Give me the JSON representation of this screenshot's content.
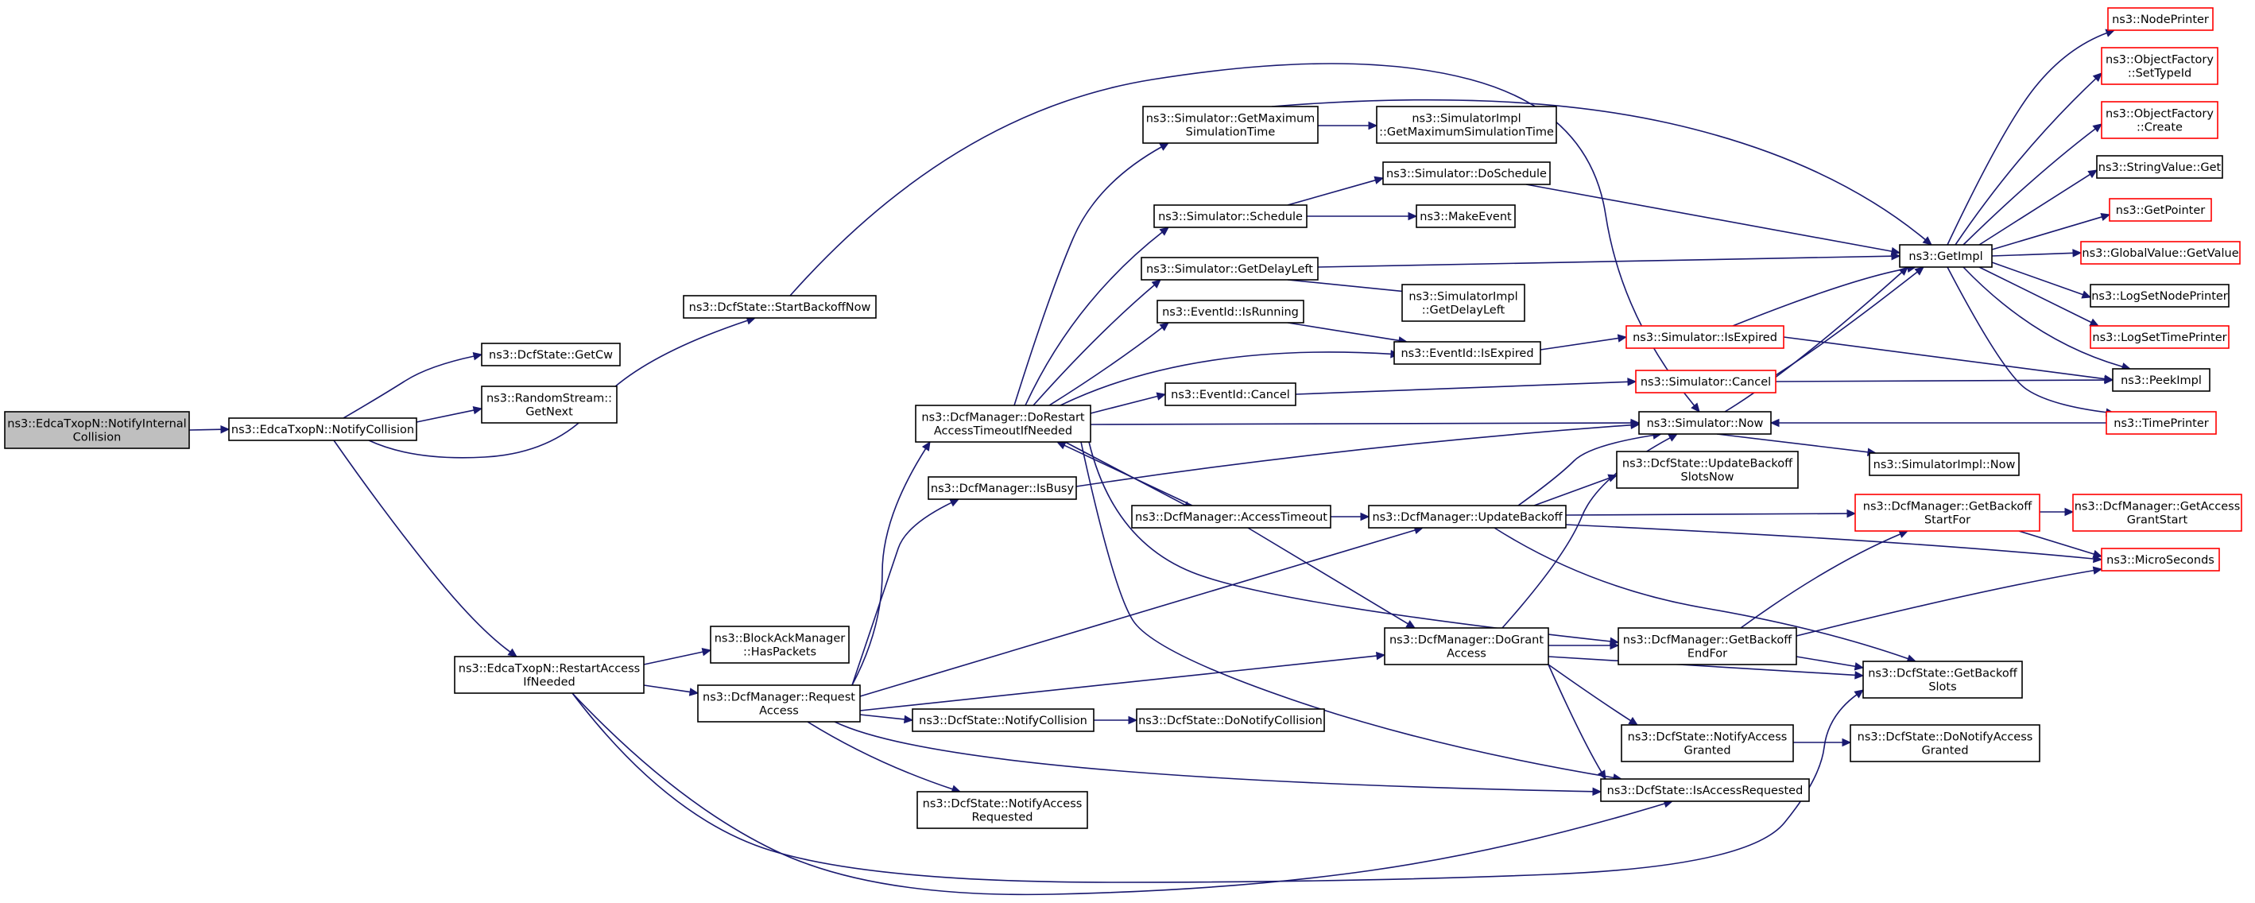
{
  "graph": {
    "nodes": {
      "root": [
        "ns3::EdcaTxopN::NotifyInternal",
        "Collision"
      ],
      "notifyCollision": [
        "ns3::EdcaTxopN::NotifyCollision"
      ],
      "getCw": [
        "ns3::DcfState::GetCw"
      ],
      "randomStream": [
        "ns3::RandomStream::",
        "GetNext"
      ],
      "startBackoff": [
        "ns3::DcfState::StartBackoffNow"
      ],
      "restartAccess": [
        "ns3::EdcaTxopN::RestartAccess",
        "IfNeeded"
      ],
      "hasPackets": [
        "ns3::BlockAckManager",
        "::HasPackets"
      ],
      "requestAccess": [
        "ns3::DcfManager::Request",
        "Access"
      ],
      "doRestart": [
        "ns3::DcfManager::DoRestart",
        "AccessTimeoutIfNeeded"
      ],
      "isBusy": [
        "ns3::DcfManager::IsBusy"
      ],
      "accessTimeout": [
        "ns3::DcfManager::AccessTimeout"
      ],
      "dcfNotifyCollision": [
        "ns3::DcfState::NotifyCollision"
      ],
      "notifyAccessRequested": [
        "ns3::DcfState::NotifyAccess",
        "Requested"
      ],
      "getMaxSimTime": [
        "ns3::Simulator::GetMaximum",
        "SimulationTime"
      ],
      "simSchedule": [
        "ns3::Simulator::Schedule"
      ],
      "getDelayLeft": [
        "ns3::Simulator::GetDelayLeft"
      ],
      "eventIsRunning": [
        "ns3::EventId::IsRunning"
      ],
      "eventCancel": [
        "ns3::EventId::Cancel"
      ],
      "doNotifyCollision": [
        "ns3::DcfState::DoNotifyCollision"
      ],
      "implGetMaxSimTime": [
        "ns3::SimulatorImpl",
        "::GetMaximumSimulationTime"
      ],
      "doSchedule": [
        "ns3::Simulator::DoSchedule"
      ],
      "makeEvent": [
        "ns3::MakeEvent"
      ],
      "implGetDelayLeft": [
        "ns3::SimulatorImpl",
        "::GetDelayLeft"
      ],
      "eventIsExpired": [
        "ns3::EventId::IsExpired"
      ],
      "simNow": [
        "ns3::Simulator::Now"
      ],
      "updateBackoff": [
        "ns3::DcfManager::UpdateBackoff"
      ],
      "doGrantAccess": [
        "ns3::DcfManager::DoGrant",
        "Access"
      ],
      "updateBackoffSlots": [
        "ns3::DcfState::UpdateBackoff",
        "SlotsNow"
      ],
      "getBackoffEndFor": [
        "ns3::DcfManager::GetBackoff",
        "EndFor"
      ],
      "notifyAccessGranted": [
        "ns3::DcfState::NotifyAccess",
        "Granted"
      ],
      "isAccessRequested": [
        "ns3::DcfState::IsAccessRequested"
      ],
      "simIsExpired": [
        "ns3::Simulator::IsExpired"
      ],
      "simCancel": [
        "ns3::Simulator::Cancel"
      ],
      "implNow": [
        "ns3::SimulatorImpl::Now"
      ],
      "getBackoffStartFor": [
        "ns3::DcfManager::GetBackoff",
        "StartFor"
      ],
      "getImpl": [
        "ns3::GetImpl"
      ],
      "getBackoffSlots": [
        "ns3::DcfState::GetBackoff",
        "Slots"
      ],
      "doNotifyAccessGranted": [
        "ns3::DcfState::DoNotifyAccess",
        "Granted"
      ],
      "nodePrinter": [
        "ns3::NodePrinter"
      ],
      "setTypeId": [
        "ns3::ObjectFactory",
        "::SetTypeId"
      ],
      "objCreate": [
        "ns3::ObjectFactory",
        "::Create"
      ],
      "stringValueGet": [
        "ns3::StringValue::Get"
      ],
      "getPointer": [
        "ns3::GetPointer"
      ],
      "globalValueGet": [
        "ns3::GlobalValue::GetValue"
      ],
      "logSetNodePrinter": [
        "ns3::LogSetNodePrinter"
      ],
      "logSetTimePrinter": [
        "ns3::LogSetTimePrinter"
      ],
      "peekImpl": [
        "ns3::PeekImpl"
      ],
      "timePrinter": [
        "ns3::TimePrinter"
      ],
      "getAccessGrantStart": [
        "ns3::DcfManager::GetAccess",
        "GrantStart"
      ],
      "microSeconds": [
        "ns3::MicroSeconds"
      ]
    },
    "style": {
      "edge_color": "#191970",
      "node_border": "#000000",
      "truncated_border": "#ff0000",
      "root_fill": "#bfbfbf"
    }
  }
}
